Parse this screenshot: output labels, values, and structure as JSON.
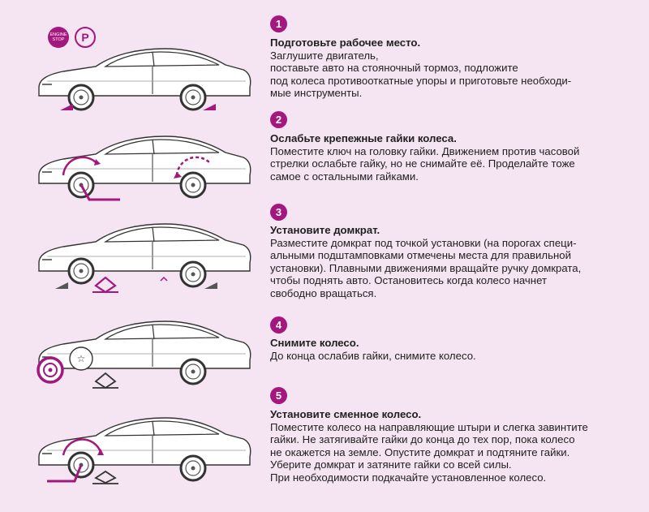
{
  "icons": {
    "engine_stop": [
      "ENGINE",
      "STOP"
    ],
    "parking": "P"
  },
  "colors": {
    "accent": "#a3177f",
    "car_fill": "#ffffff",
    "car_stroke": "#333333",
    "background": "#f5e4f1"
  },
  "steps": [
    {
      "number": "1",
      "title": "Подготовьте рабочее место.",
      "body": "Заглушите двигатель,\nпоставьте авто на стояночный тормоз, подложите\nпод колеса противооткатные упоры и приготовьте необходи-\nмые инструменты."
    },
    {
      "number": "2",
      "title": "Ослабьте крепежные гайки колеса.",
      "body": "Поместите ключ на головку гайки. Движением против часовой\nстрелки ослабьте гайку, но не снимайте её. Проделайте тоже\nсамое с остальными гайками."
    },
    {
      "number": "3",
      "title": "Установите домкрат.",
      "body": "Разместите домкрат под точкой установки (на порогах специ-\nальными подштамповками отмечены места для правильной\nустановки). Плавными движениями вращайте ручку домкрата,\nчтобы поднять авто. Остановитесь когда колесо начнет\nсвободно вращаться."
    },
    {
      "number": "4",
      "title": "Снимите колесо.",
      "body": "До конца ослабив гайки, снимите колесо."
    },
    {
      "number": "5",
      "title": "Установите сменное колесо.",
      "body": "Поместите колесо на направляющие штыри и слегка завинтите\nгайки. Не затягивайте гайки до конца до тех пор, пока колесо\nне окажется на земле. Опустите домкрат и подтяните гайки.\nУберите домкрат и затяните гайки со всей силы.\nПри необходимости подкачайте установленное колесо."
    }
  ]
}
